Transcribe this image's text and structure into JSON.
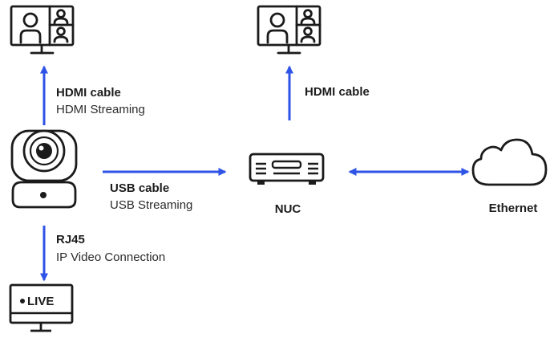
{
  "colors": {
    "arrow": "#2f53e6",
    "icon_stroke": "#1b1b1b",
    "text": "#1d1d1d",
    "background": "#ffffff"
  },
  "icons": {
    "display_left": "video-conference-monitor-icon",
    "display_right": "video-conference-monitor-icon",
    "camera": "ptz-camera-icon",
    "nuc": "nuc-computer-icon",
    "cloud": "cloud-icon",
    "live_monitor": "live-stream-monitor-icon"
  },
  "labels": {
    "hdmi_left_title": "HDMI cable",
    "hdmi_left_sub": "HDMI Streaming",
    "hdmi_right_title": "HDMI cable",
    "usb_title": "USB cable",
    "usb_sub": "USB Streaming",
    "nuc": "NUC",
    "ethernet": "Ethernet",
    "rj45_title": "RJ45",
    "rj45_sub": "IP Video Connection",
    "live": "LIVE"
  }
}
